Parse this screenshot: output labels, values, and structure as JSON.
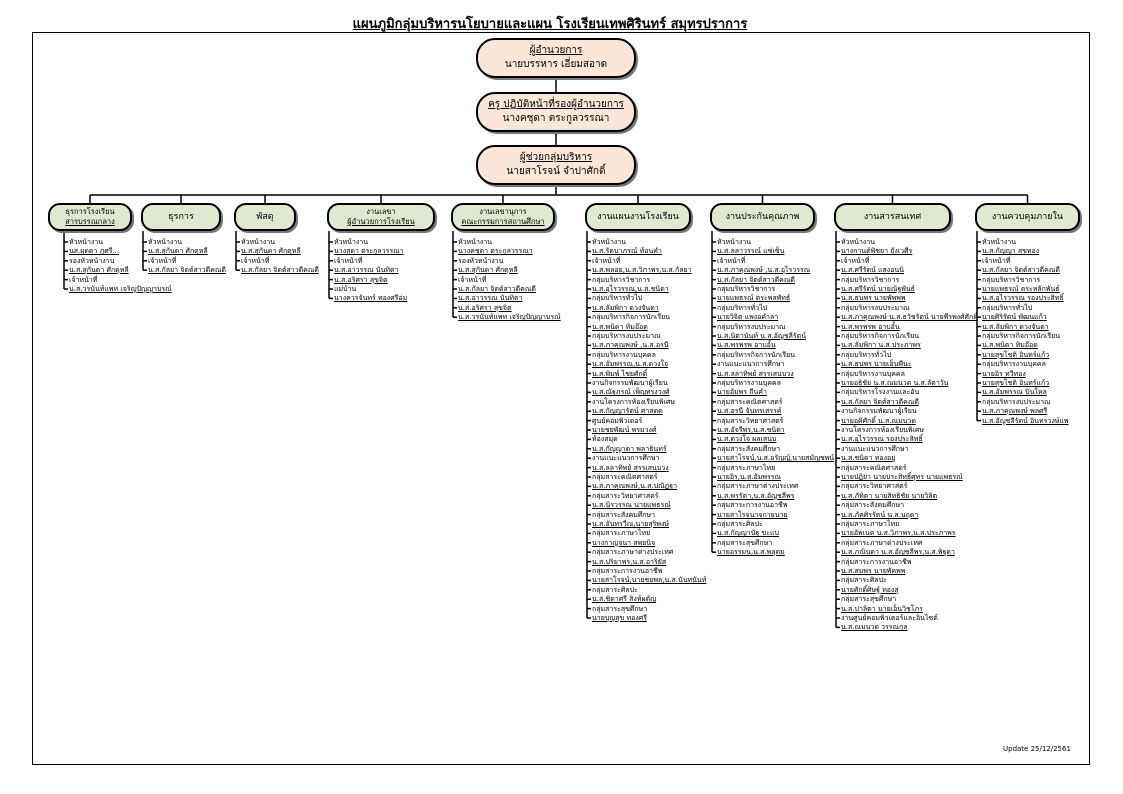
{
  "title": "แผนภูมิกลุ่มบริหารนโยบายและแผน โรงเรียนเทพศิรินทร์ สมุทรปราการ",
  "top_boxes": [
    {
      "role": "ผู้อำนวยการ",
      "name": "นายบรรหาร เอี่ยมสอาด"
    },
    {
      "role": "ครู ปฏิบัติหน้าที่รองผู้อำนวยการ",
      "name": "นางคชุดา ตระกูลวรรณา"
    },
    {
      "role": "ผู้ช่วยกลุ่มบริหาร",
      "name": "นายสาโรจน์ จำปาศักดิ์"
    }
  ],
  "departments": [
    {
      "title": [
        "ธุรการโรงเรียน",
        "สารบรรณกลาง"
      ],
      "items": [
        "หัวหน้างาน",
        "นส.ผุดดา ภูศรี...",
        "รองหัวหน้างาน",
        "น.ส.สุกันดา ศักดุหลี",
        "เจ้าหน้าที่",
        "น.ส.วรนันท์แพท เจริญปัญญาบรณ์"
      ]
    },
    {
      "title": [
        "ธุรการ"
      ],
      "items": [
        "หัวหน้างาน",
        "น.ส.สุกันดา ศักดุหลี",
        "เจ้าหน้าที่",
        "น.ส.กัลยา จิตต์สาวดีคณดี"
      ]
    },
    {
      "title": [
        "พัสดุ"
      ],
      "items": [
        "หัวหน้างาน",
        "น.ส.สุกันดา ศักดุหลี",
        "เจ้าหน้าที่",
        "น.ส.กัลยา จิตต์สาวดีคณดี"
      ]
    },
    {
      "title": [
        "งานเลขา",
        "ผู้อำนวยการโรงเรียน"
      ],
      "items": [
        "หัวหน้างาน",
        "นางสุดา ตระกูลวรรณา",
        "เจ้าหน้าที่",
        "น.ส.อาวรรณ นันทิตา",
        "น.ส.อริศรา สุขจิต",
        "แม่บ้าน",
        "นางควรจันทร์ ทองศรีอ่ม"
      ]
    },
    {
      "title": [
        "งานเลขานุการ",
        "คณะกรรมการสถานศึกษา"
      ],
      "items": [
        "หัวหน้างาน",
        "นางคชุดา ตระกูลวรรณา",
        "รองหัวหน้างาน",
        "น.ส.สุกันดา ศักดุหลี",
        "เจ้าหน้าที่",
        "น.ส.กัลยา จิตต์สาวดีคณดี",
        "น.ส.อาวรรณ นันทิตา",
        "น.ส.อริศรา สุขจิต",
        "น.ส.วรนันท์แพท เจริญปัญญาบรณ์"
      ]
    },
    {
      "title": [
        "งานแผนงานโรงเรียน"
      ],
      "items": [
        "หัวหน้างาน",
        "น.ส.รัตนาภรณ์ ท้อนคำ",
        "เจ้าหน้าที่",
        "น.ส.พลอย,น.ส.วิภาพร,น.ส.กัลยา",
        "กลุ่มบริหารวิชาการ",
        "น.ส.อุไรวรรณ,น.ส.ชนิดา",
        "กลุ่มบริหารทั่วไป",
        "น.ส.ลัมพิกา ดวงจันดา",
        "กลุ่มบริหารกิจการนักเรียน",
        "น.ส.พนิดา ทิมอ๊อด",
        "กลุ่มบริหารงบประมาณ",
        "น.ส.ภาคุณพงษ์ ,น.ส.อรนี",
        "กลุ่มบริหารงานบุคคล",
        "น.ส.อัมพรรณ,น.ส.ดวงใจ",
        "น.ส.พิมพ์ ไชยศักดิ์",
        "งานกิจกรรมพัฒนาผู้เรียน",
        "น.ส.ณัฐภรณ์ เพ็ญทรงวงศ์",
        "งานโครงการห้องเรียนพิเศษ",
        "น.ส.กัญญารัตน์ ศาสตด",
        "ศูนย์คอมพิวเตอร์",
        "นายชยพัฒน์ พรมวงศ์",
        "ห้องสมุด",
        "น.ส.กัญญาดา พลาธินทร์",
        "งานแนะแนวการศึกษา",
        "น.ส.ลลาทิพย์ สรรเสนบวง",
        "กลุ่มสาระคณิตศาสตร์",
        "น.ส.ภาคุณพงษ์,น.ส.ปณัฏฐา",
        "กลุ่มสาระวิทยาศาสตร์",
        "น.ส.นิรวรรณ นายแพธรณ์",
        "กลุ่มสาระสังคมศึกษา",
        "น.ส.อันทรวีณ,นายสุริพงษ์",
        "กลุ่มสาระภาษาไทย",
        "นางกาญจนา สพยนิจ",
        "กลุ่มสาระภาษาต่างประเทศ",
        "น.ส.ปริยาพร,น.ส.อาริยัส",
        "กลุ่มสาระการงานอาชีพ",
        "นายสาโรจน์,นายชยพล,น.ส.นันทนันท์",
        "กลุ่มสาระศิลปะ",
        "น.ส.ชิดาศรี สิงห์ผดัญ",
        "กลุ่มสาระสุขศึกษา",
        "นายบุญสุข ทองศรี"
      ]
    },
    {
      "title": [
        "งานประกันคุณภาพ"
      ],
      "items": [
        "หัวหน้างาน",
        "น.ส.ลลาวรรณ์ แซ่เซ็น",
        "เจ้าหน้าที่",
        "น.ส.ภาคุณพงษ์ ,น.ส.อุไรวรรณ",
        "น.ส.กัลยา จิตต์สาวดีคณดี",
        "กลุ่มบริหารวิชาการ",
        "นายแพธรณ์ ตระพลพัทธ์",
        "กลุ่มบริหารทั่วไป",
        "นายวิจิต แพงอคำลา",
        "กลุ่มบริหารงบประมาณ",
        "น.ส.นิตานันท์ น.ส.อัญชลีรัตน์",
        "น.ส.พรพรพ อาบอั้น",
        "กลุ่มบริหารกิจการนักเรียน",
        "งานแนะแนวการศึกษา",
        "น.ส.ลลาทิพย์ สรรเสนบวง",
        "กลุ่มบริหารงานบุคคล",
        "นายอัมพร ถีนคำ",
        "กลุ่มสาระคณิตศาสตร์",
        "น.ส.อรนี จันทรเสรรค์",
        "กลุ่มสาระวิทยาศาสตร์",
        "น.ส.อัจรีพร,น.ส.ชนิดา",
        "น.ส.ดวงใจ ผลเสนบ",
        "กลุ่มสาระสังคมศึกษา",
        "นายสาโรจน์,น.ส.อรัญญ์,นายสมัญชพน์",
        "กลุ่มสาระภาษาไทย",
        "นายอิร,น.ส.อัมพรรณ",
        "กลุ่มสาระภาษาต่างประเทศ",
        "น.ส.พรรัตา,น.ส.อัญชลีพร",
        "กลุ่มสาระการงานอาชีพ",
        "นายสาโรจนาจกายนาย",
        "กลุ่มสาระศิลปะ",
        "น.ส.กัญญานัฐ ขะแบ",
        "กลุ่มสาระสุขศึกษา",
        "นายอรรมน,น.ส.พลุดม"
      ]
    },
    {
      "title": [
        "งานสารสนเทศ"
      ],
      "items": [
        "หัวหน้างาน",
        "นางกานต์พิชยา ยังเวศีร",
        "เจ้าหน้าที่",
        "น.ส.ศรีรัตน์ แสงอนนิ",
        "กลุ่มบริหารวิชาการ",
        "น.ส.ศรีรัตน์ นายณัฐพันธ์",
        "น.ส.ธนพร นายพัพพพ",
        "กลุ่มบริหารงบประมาณ",
        "น.ส.ภาคุณพงษ์ น.ส.ธวัชรัตน์ นายพีรพงศ์ศักดิ์",
        "น.ส.พรพรพ อาบอั้น",
        "กลุ่มบริหารกิจการนักเรียน",
        "น.ส.ลัมพิกา น.ส.ประภาพร",
        "กลุ่มบริหารทั่วไป",
        "น.ส.ธนพร นายเอ็นพีนะ",
        "กลุ่มบริหารงานบุคคล",
        "นายอธิชัย น.ส.ณมนวด น.ส.ลัดาวัน",
        "กลุ่มบริหารโรงงานและอัน",
        "น.ส.กัลยา จิตต์สาวดีคณดี",
        "งานกิจกรรมพัฒนาผู้เรียน",
        "นายอดิศักดิ์ น.ส.ณมนวด",
        "งานโครงการห้องเรียนพิเศษ",
        "น.ส.อุไรวรรณ รองประสิทธิ์",
        "งานแนะแนวการศึกษา",
        "น.ส.ชนิดา ทองอยู่",
        "กลุ่มสาระคณิตศาสตร์",
        "นายปฏิยา นายประสิทธิ์ศุทร นายแพธรณ์",
        "กลุ่มสาระวิทยาศาสตร์",
        "น.ส.ภัทิตา นายสิทธิชัย นายวิลิต",
        "กลุ่มสาระสังคมศึกษา",
        "น.ส.ภัคศิรรัตน์ น.ส.นฤดา",
        "กลุ่มสาระภาษาไทย",
        "นายอัพเนต น.ส.วิภาพร,น.ส.ประภาพร",
        "กลุ่มสาระภาษาต่างประเทศ",
        "น.ส.ภณินดา น.ส.อัญชลีพร,น.ส.พิฐุดา",
        "กลุ่มสาระการงานอาชีพ",
        "น.ส.สมพร นายพัคพพ",
        "กลุ่มสาระศิลปะ",
        "นายศักดิ์ศิษฐ์ ทองสุ",
        "กลุ่มสาระสุขศึกษา",
        "น.ส.ปาลิตา นายเอ็นวิชโภร",
        "งานศูนย์คอมพิวเตอร์และอินไซต์",
        "น.ส.ณมนวด วรรณกุล"
      ]
    },
    {
      "title": [
        "งานควบคุมภายใน"
      ],
      "items": [
        "หัวหน้างาน",
        "น.ส.กัญญา สุขทอง",
        "เจ้าหน้าที่",
        "น.ส.กัลยา จิตต์สาวดีคณดี",
        "กลุ่มบริหารวิชาการ",
        "นายแพธรณ์ ตระหลักพันธ์",
        "น.ส.อุไรวรรณ รองประสิทธิ์",
        "กลุ่มบริหารทั่วไป",
        "นายศิริรัตน์ พัฒนแก้ว",
        "น.ส.ลัมพิกา ดวงจันดา",
        "กลุ่มบริหารกิจการนักเรียน",
        "น.ส.พนิดา ทิมอ๊อด",
        "นายสุขโชติ อินทร์แก้ว",
        "กลุ่มบริหารงานบุคคล",
        "นายอิร ทวีทอง",
        "นายสุขโชติ อินทร์แก้ว",
        "น.ส.อัมพรรณ ปินใหล",
        "กลุ่มบริหารงบประมาณ",
        "น.ส.ภาคุณพงษ์ พลศรี",
        "น.ส.อัญชลีรัตน์ อินทรวงษ์แพ"
      ]
    }
  ],
  "update_text": "Update 25/12/2561"
}
